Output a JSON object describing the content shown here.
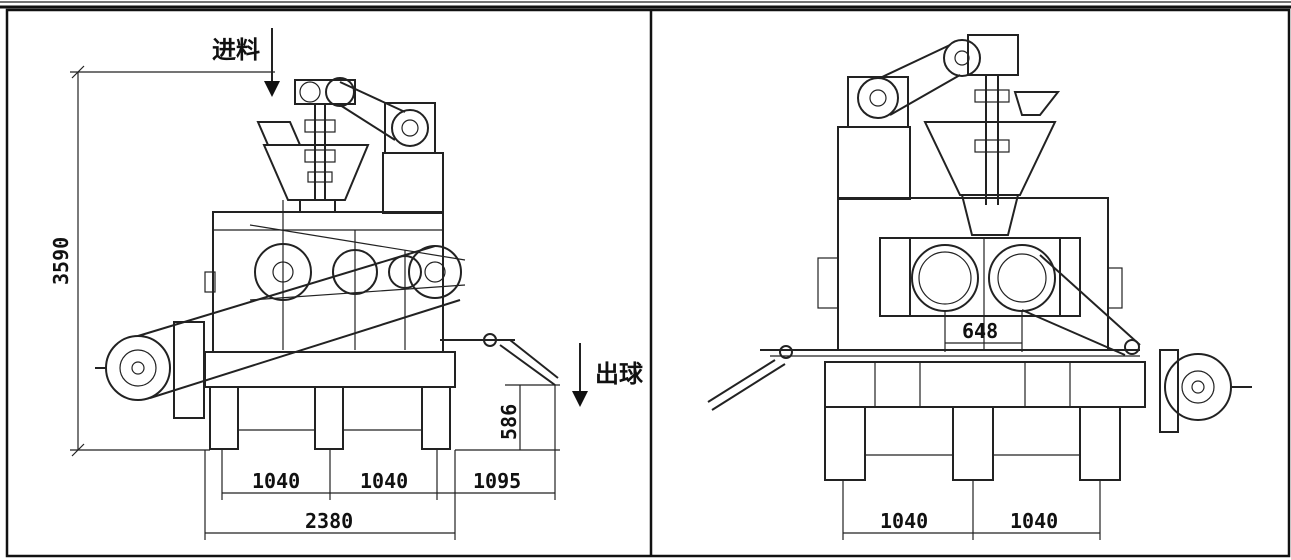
{
  "left_view": {
    "feed_label": "进料",
    "outlet_label": "出球",
    "height_total": "3590",
    "height_base": "586",
    "width_seg1": "1040",
    "width_seg2": "1040",
    "width_seg3": "1095",
    "width_total": "2380"
  },
  "right_view": {
    "roller_gap": "648",
    "width_seg1": "1040",
    "width_seg2": "1040"
  },
  "colors": {
    "line": "#222222",
    "background": "#ffffff"
  }
}
